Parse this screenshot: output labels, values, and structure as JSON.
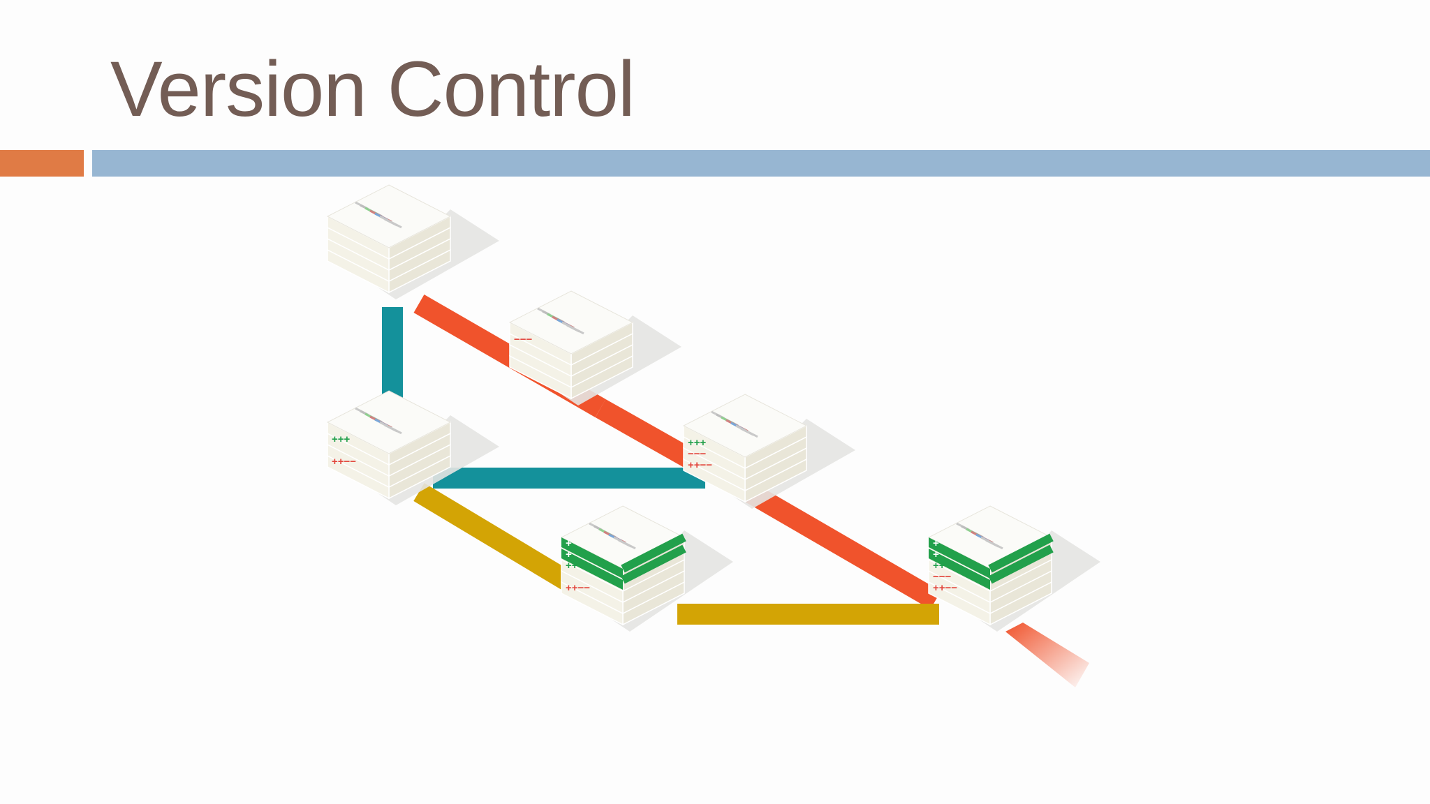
{
  "slide": {
    "title": "Version Control"
  },
  "colors": {
    "title": "#735d55",
    "accent_orange": "#e07b45",
    "accent_blue": "#97b6d2",
    "branch_red": "#f0532c",
    "branch_teal": "#14919b",
    "branch_gold": "#d3a405",
    "diff_add": "#22a04b",
    "diff_remove": "#e2453b"
  },
  "diagram": {
    "branches": [
      {
        "name": "red",
        "icon": "branch-red"
      },
      {
        "name": "teal",
        "icon": "branch-teal"
      },
      {
        "name": "gold",
        "icon": "branch-gold"
      }
    ],
    "commit_markers": {
      "add3": "+++",
      "add2_remove2": "++−−",
      "remove3": "−−−",
      "add1": "+"
    }
  }
}
